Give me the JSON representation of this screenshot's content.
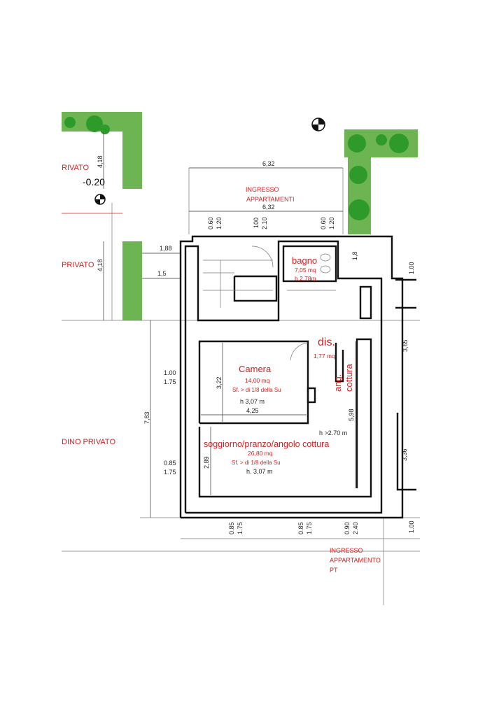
{
  "colors": {
    "label_red": "#d42020",
    "garden_green": "#6db552",
    "wall": "#111111"
  },
  "areas": {
    "giardino_top": "RIVATO",
    "giardino_mid": "PRIVATO",
    "giardino_bottom": "DINO PRIVATO",
    "ingresso_line1": "INGRESSO",
    "ingresso_line2": "APPARTAMENTI",
    "ingresso_pt_line1": "INGRESSO",
    "ingresso_pt_line2": "APPARTAMENTO",
    "ingresso_pt_line3": "PT",
    "level": "-0.20"
  },
  "rooms": {
    "bagno": {
      "name": "bagno",
      "area": "7,05 mq",
      "height": "h 2,78m"
    },
    "dis": {
      "name": "dis.",
      "area": "1,77 mq"
    },
    "ang_cottura": {
      "line1": "ang.",
      "line2": "cottura"
    },
    "camera": {
      "name": "Camera",
      "area": "14,00 mq",
      "note": "Sf. > di 1/8 della Su",
      "height": "h 3,07 m",
      "width": "4,25",
      "depth": "3,22"
    },
    "soggiorno": {
      "name": "soggiorno/pranzo/angolo cottura",
      "area": "26,80 mq",
      "note": "Sf. > di 1/8 della Su",
      "height": "h. 3,07 m",
      "height2": "h >2.70 m",
      "length": "5,98",
      "depth": "2,89"
    }
  },
  "dimensions": {
    "top_outer": "6,32",
    "top_inner": "6,32",
    "w1a": "0.60",
    "w1b": "1.20",
    "d1a": "100",
    "d1b": "2.10",
    "w2a": "0.60",
    "w2b": "1.20",
    "left_418_a": "4,18",
    "left_418_b": "4,18",
    "left_188": "1,88",
    "left_15": "1,5",
    "left_783": "7,83",
    "lw1a": "1.00",
    "lw1b": "1.75",
    "lw2a": "0.85",
    "lw2b": "1.75",
    "r_18": "1,8",
    "r_100": "1.00",
    "r_365": "3,65",
    "r_336": "3,36",
    "r_100b": "1.00",
    "b1a": "0.85",
    "b1b": "1.75",
    "b2a": "0.85",
    "b2b": "1.75",
    "b3a": "0.90",
    "b3b": "2.40"
  }
}
